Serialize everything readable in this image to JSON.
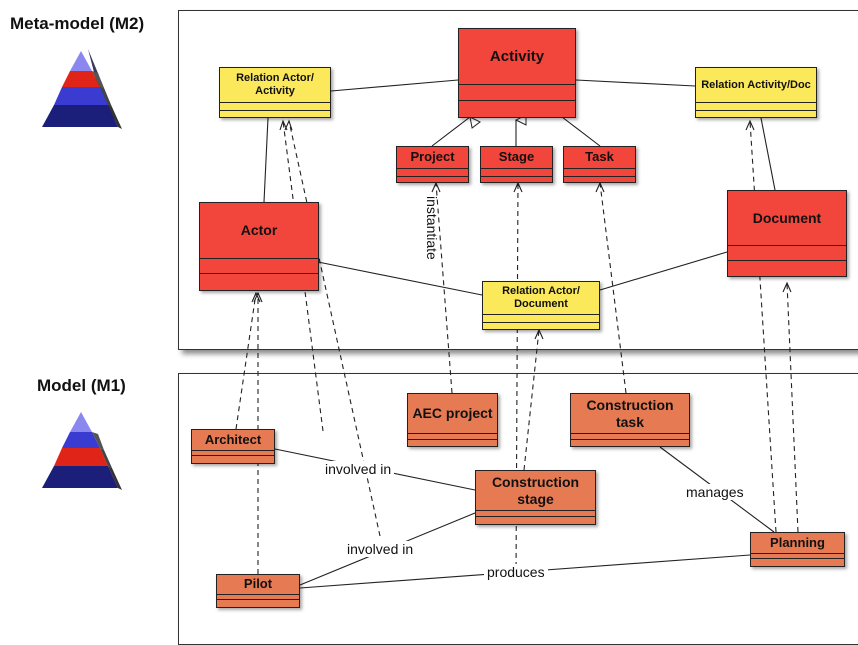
{
  "m2": {
    "title": "Meta-model (M2)",
    "classes": {
      "activity": "Activity",
      "relation_actor_activity": "Relation Actor/ Activity",
      "relation_activity_doc": "Relation Activity/Doc",
      "project": "Project",
      "stage": "Stage",
      "task": "Task",
      "actor": "Actor",
      "document": "Document",
      "relation_actor_document": "Relation Actor/ Document"
    },
    "instantiate_label": "instantiate"
  },
  "m1": {
    "title": "Model (M1)",
    "classes": {
      "aec_project": "AEC project",
      "construction_task": "Construction task",
      "architect": "Architect",
      "construction_stage": "Construction stage",
      "planning": "Planning",
      "pilot": "Pilot"
    },
    "labels": {
      "involved_in_1": "involved in",
      "involved_in_2": "involved in",
      "manages": "manages",
      "produces": "produces"
    }
  },
  "colors": {
    "metaclass": "#f2453c",
    "relation": "#fbe95b",
    "modelclass": "#e67a53"
  },
  "icons": [
    "pyramid-icon"
  ]
}
